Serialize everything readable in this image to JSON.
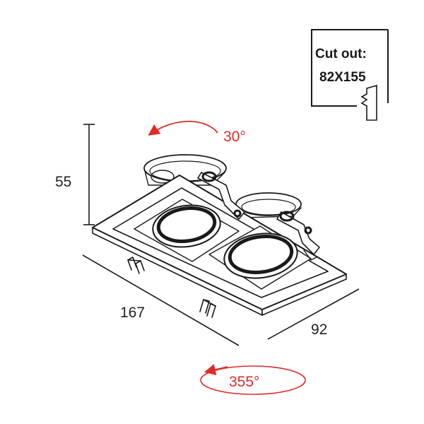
{
  "dimensions": {
    "height": "55",
    "length": "167",
    "width": "92"
  },
  "rotation": {
    "tilt": "30°",
    "spin": "355°"
  },
  "cutout": {
    "label": "Cut out:",
    "value": "82X155"
  },
  "colors": {
    "line": "#1a1a1a",
    "accent": "#e02a2a",
    "background": "#ffffff"
  }
}
